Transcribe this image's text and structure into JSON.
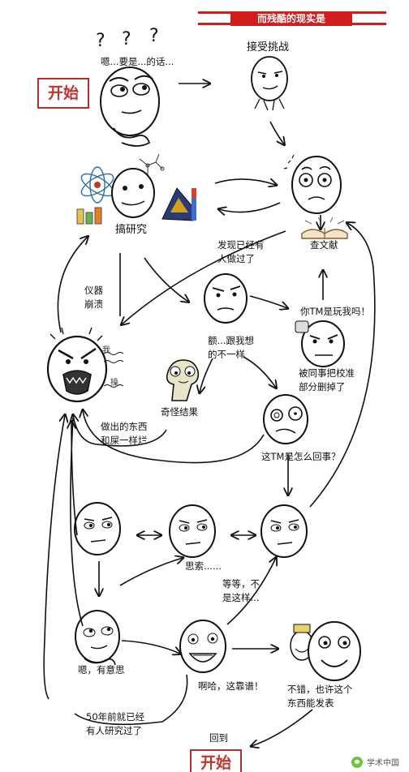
{
  "title": "而残酷的现实是",
  "start_label": "开始",
  "end_label": "开始",
  "watermark": "学术中国",
  "question_marks": [
    "?",
    "?",
    "?"
  ],
  "labels": {
    "thinking": "嗯...要是...的话...",
    "accept": "接受挑战",
    "research": "搞研究",
    "literature": "查文献",
    "already_done": "发现已经有\n人做过了",
    "instrument_crash": "仪器\n崩溃",
    "different": "额...跟我想\n的不一样",
    "kidding": "你TM是玩我吗！",
    "deleted": "被同事把校准\n部分删掉了",
    "rage_1": "我",
    "rage_2": "操",
    "weird_result": "奇怪结果",
    "garbage": "做出的东西\n和屎一样烂",
    "what_happened": "这TM是怎么回事？",
    "pondering": "思索......",
    "wait_not": "等等，不\n是这样...",
    "interesting": "嗯，有意思",
    "reliable": "啊哈，这靠谱！",
    "publishable": "不错，也许这个\n东西能发表",
    "decades_ago": "50年前就已经\n有人研究过了",
    "back_to": "回到"
  }
}
